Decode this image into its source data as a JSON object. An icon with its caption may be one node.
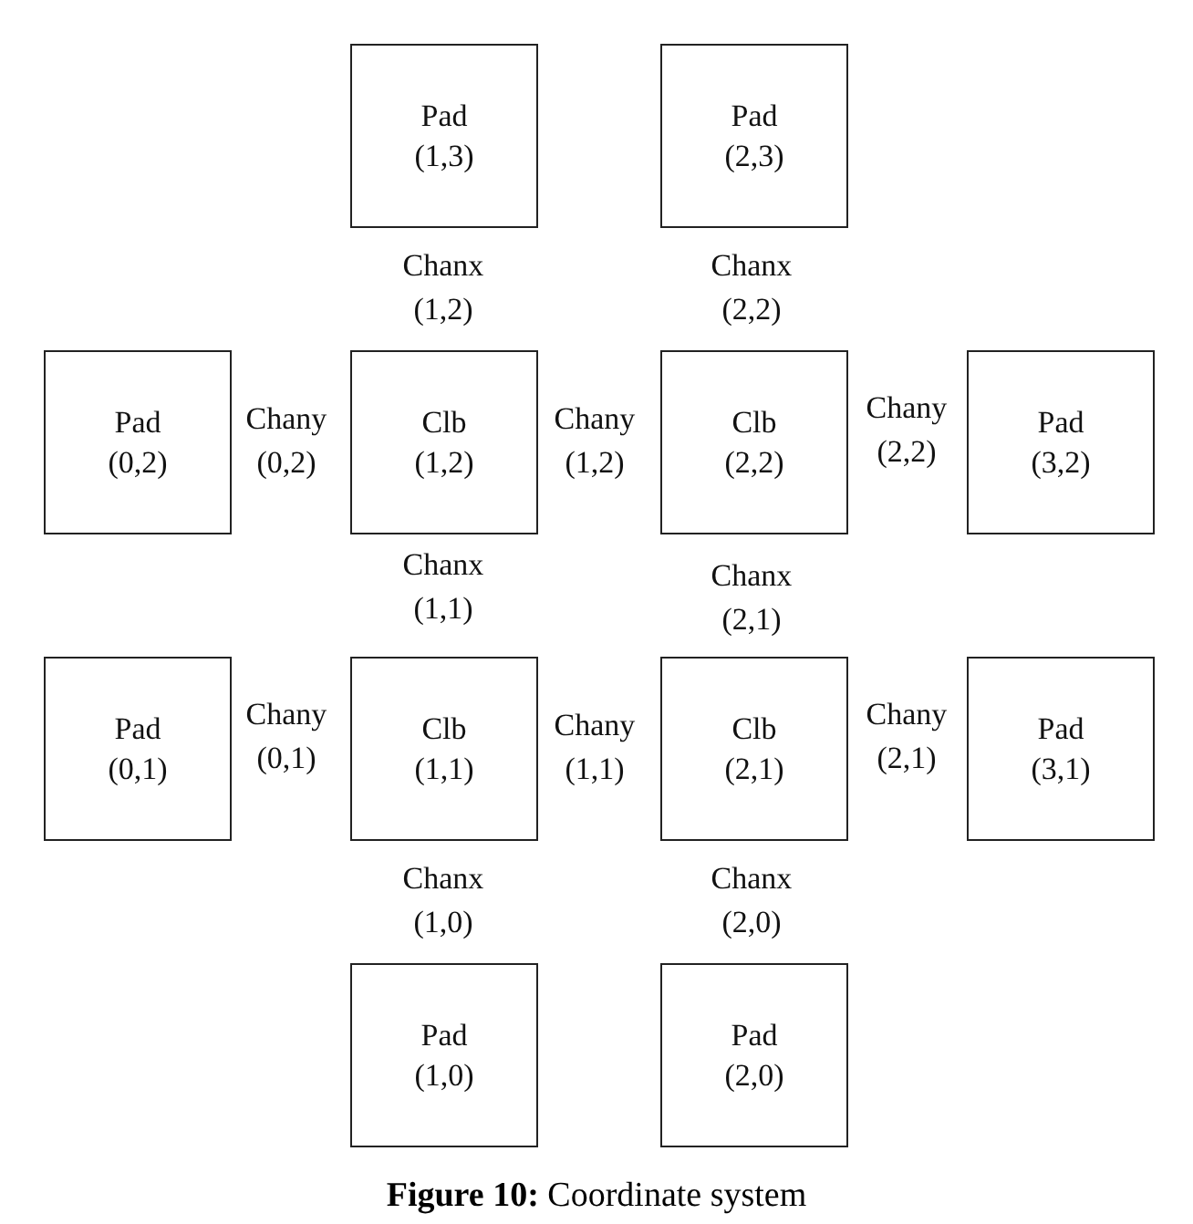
{
  "diagram": {
    "caption": "**Figure 10:** Coordinate system",
    "nodes": [
      {
        "text": [
          "Pad",
          "(1,3)"
        ]
      },
      {
        "text": [
          "Pad",
          "(2,3)"
        ]
      },
      {
        "text": [
          "Pad",
          "(0,2)"
        ]
      },
      {
        "text": [
          "Clb",
          "(1,2)"
        ]
      },
      {
        "text": [
          "Clb",
          "(2,2)"
        ]
      },
      {
        "text": [
          "Pad",
          "(3,2)"
        ]
      },
      {
        "text": [
          "Pad",
          "(0,1)"
        ]
      },
      {
        "text": [
          "Clb",
          "(1,1)"
        ]
      },
      {
        "text": [
          "Clb",
          "(2,1)"
        ]
      },
      {
        "text": [
          "Pad",
          "(3,1)"
        ]
      },
      {
        "text": [
          "Pad",
          "(1,0)"
        ]
      },
      {
        "text": [
          "Pad",
          "(2,0)"
        ]
      }
    ],
    "labels": [
      "Chanx (1,2)",
      "Chanx (2,2)",
      "Chany (0,2)",
      "Chany (1,2)",
      "Chany (2,2)",
      "Chanx (1,1)",
      "Chanx (2,1)",
      "Chany (0,1)",
      "Chany (1,1)",
      "Chany (2,1)",
      "Chanx (1,0)",
      "Chanx (2,0)"
    ]
  }
}
